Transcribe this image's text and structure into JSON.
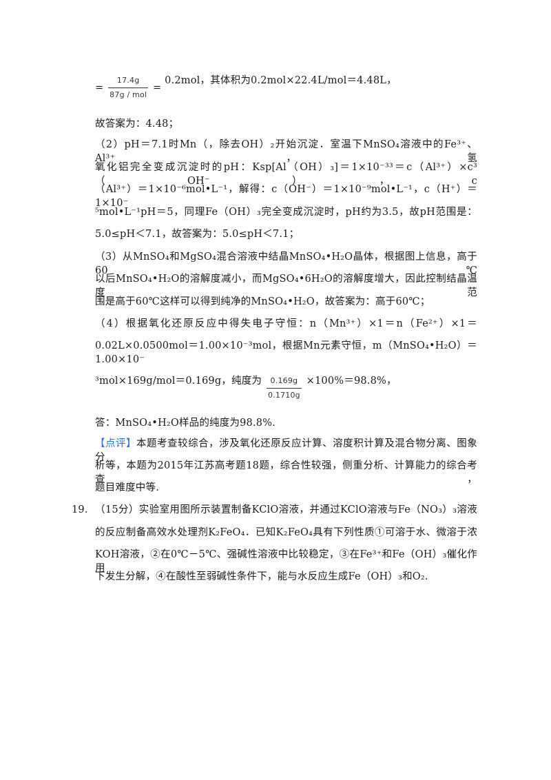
{
  "doc": {
    "line1": {
      "eq_prefix": "=",
      "frac_num": "17.4g",
      "frac_den": "87g / mol",
      "eq_mid": "=",
      "rest": "0.2mol，其体积为0.2mol×22.4L/mol＝4.48L，"
    },
    "line2": "故答案为：4.48；",
    "p2": [
      "（2）pH＝7.1时Mn（，除去OH）₂开始沉淀．室温下MnSO₄溶液中的Fe³⁺、Al³⁺，氢",
      "氧化铝完全变成沉淀时的pH：Ksp[Al（OH）₃]＝1×10⁻³³＝c（Al³⁺）×c³（OH⁻），c",
      "（Al³⁺）＝1×10⁻⁶mol•L⁻¹，解得：c（OH⁻）＝1×10⁻⁹mol•L⁻¹，c（H⁺）＝1×10⁻",
      "⁵mol•L⁻¹pH＝5，同理Fe（OH）₃完全变成沉淀时，pH约为3.5，故pH范围是：",
      "5.0≤pH＜7.1，故答案为：5.0≤pH＜7.1；"
    ],
    "p3": [
      "（3）从MnSO₄和MgSO₄混合溶液中结晶MnSO₄•H₂O晶体，根据图上信息，高于60℃",
      "以后MnSO₄•H₂O的溶解度减小，而MgSO₄•6H₂O的溶解度增大，因此控制结晶温度范",
      "围是高于60℃这样可以得到纯净的MnSO₄•H₂O，故答案为：高于60℃；"
    ],
    "p4": [
      "（4）根据氧化还原反应中得失电子守恒：n（Mn³⁺）×1＝n（Fe²⁺）×1＝",
      "0.02L×0.0500mol＝1.00×10⁻³mol，根据Mn元素守恒，m（MnSO₄•H₂O）＝1.00×10⁻"
    ],
    "p4_last": {
      "prefix": "³mol×169g/mol＝0.169g，纯度为",
      "frac_num": "0.169g",
      "frac_den": "0.1710g",
      "suffix": "×100%＝98.8%，"
    },
    "answer": "答：MnSO₄•H₂O样品的纯度为98.8%.",
    "review": {
      "tag": "【点评】",
      "lines": [
        "本题考查较综合，涉及氧化还原反应计算、溶度积计算及混合物分离、图象分",
        "析等，本题为2015年江苏高考题18题，综合性较强，侧重分析、计算能力的综合考查，",
        "题目难度中等."
      ]
    },
    "q19": {
      "number": "19.",
      "lines": [
        "（15分）实验室用图所示装置制备KClO溶液，并通过KClO溶液与Fe（NO₃）₃溶液",
        "的反应制备高效水处理剂K₂FeO₄．已知K₂FeO₄具有下列性质①可溶于水、微溶于浓",
        "KOH溶液，②在0℃－5℃、强碱性溶液中比较稳定，③在Fe³⁺和Fe（OH）₃催化作用",
        "下发生分解，④在酸性至弱碱性条件下，能与水反应生成Fe（OH）₃和O₂."
      ]
    },
    "colors": {
      "text": "#1a1a1a",
      "review_tag": "#2a6fdb"
    }
  }
}
